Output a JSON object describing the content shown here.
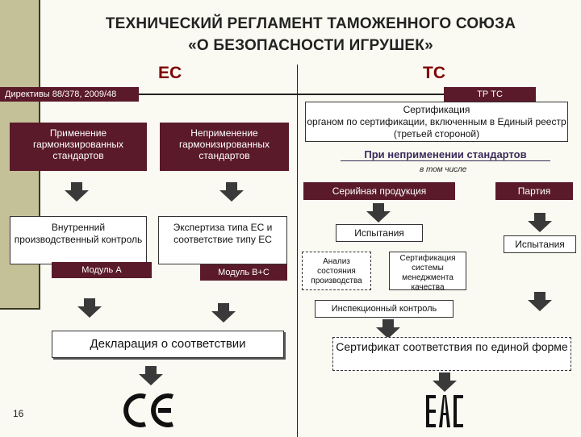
{
  "title": {
    "line1": "ТЕХНИЧЕСКИЙ РЕГЛАМЕНТ ТАМОЖЕННОГО СОЮЗА",
    "line2": "«О БЕЗОПАСНОСТИ ИГРУШЕК»"
  },
  "eu": {
    "heading": "ЕС",
    "directives": "Директивы 88/378, 2009/48",
    "harmonized": "Применение гармонизированных стандартов",
    "non_harmonized": "Неприменение гармонизированных стандартов",
    "internal_control": "Внутренний производственный контроль",
    "module_a": "Модуль А",
    "type_exam": "Экспертиза типа ЕС и соответствие типу ЕС",
    "module_bc": "Модуль B+C",
    "declaration": "Декларация о соответствии",
    "mark_name": "CE"
  },
  "ts": {
    "heading": "ТС",
    "tr_ts": "ТР ТС",
    "certification_title": "Сертификация",
    "certification_body": "органом по сертификации, включенным в Единый реестр (третьей стороной)",
    "non_application": "При неприменении стандартов",
    "including": "в том числе",
    "serial": "Серийная продукция",
    "batch": "Партия",
    "tests_serial": "Испытания",
    "tests_batch": "Испытания",
    "production_analysis": "Анализ состояния производства",
    "qms_cert": "Сертификация системы менеджмента качества",
    "inspection": "Инспекционный контроль",
    "certificate": "Сертификат соответствия по единой форме",
    "mark_name": "EAC"
  },
  "page_number": "16",
  "colors": {
    "dark_box": "#5a1a2a",
    "heading": "#800000",
    "sidebar": "#c4c098"
  }
}
